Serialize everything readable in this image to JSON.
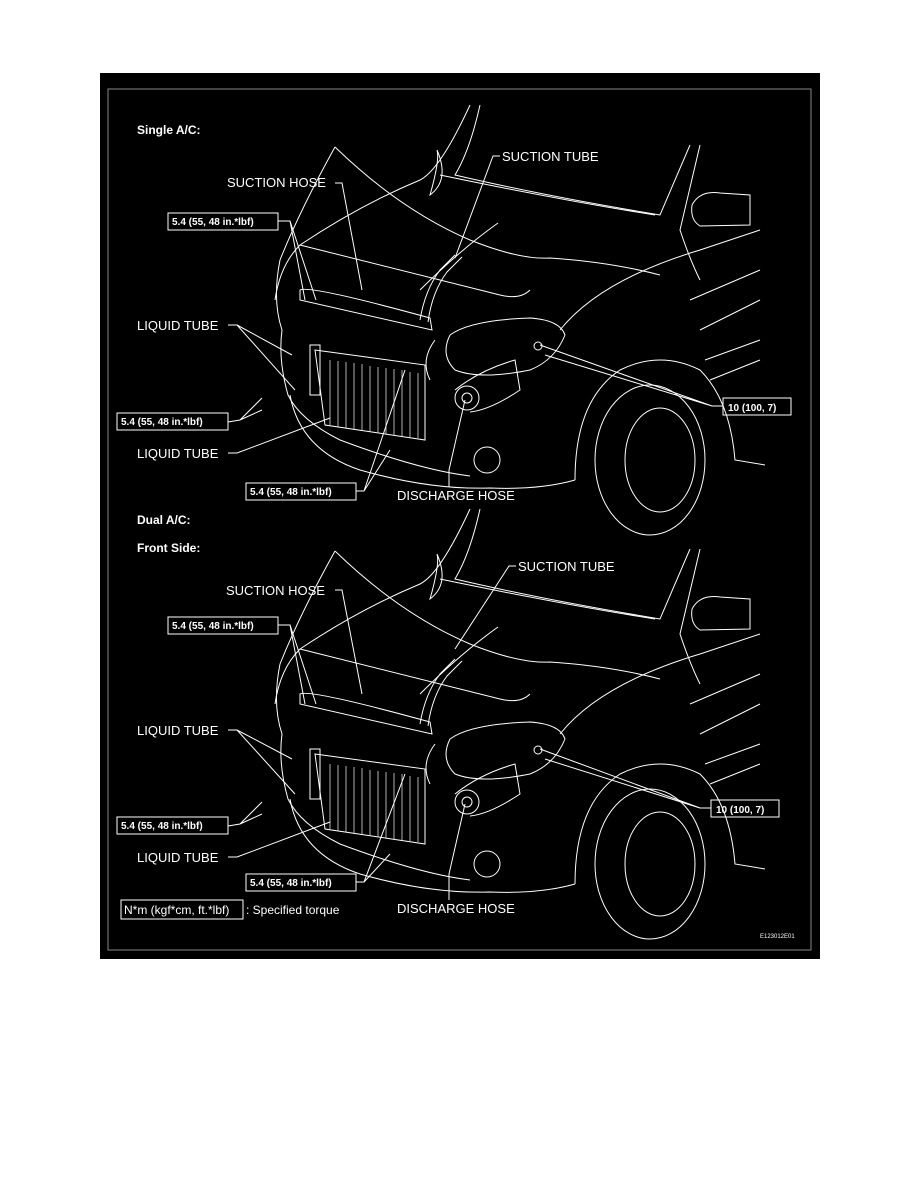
{
  "figure_id": "E123012E01",
  "legend": {
    "unit_box": "N*m (kgf*cm, ft.*lbf)",
    "text": ": Specified torque"
  },
  "single_ac": {
    "heading": "Single A/C:",
    "suction_tube": "SUCTION TUBE",
    "suction_hose": "SUCTION HOSE",
    "torque_top": "5.4 (55, 48 in.*lbf)",
    "liquid_tube_upper": "LIQUID TUBE",
    "torque_left": "5.4 (55, 48 in.*lbf)",
    "liquid_tube_lower": "LIQUID TUBE",
    "torque_bottom": "5.4 (55, 48 in.*lbf)",
    "discharge_hose": "DISCHARGE HOSE",
    "torque_right": "10 (100, 7)"
  },
  "dual_ac": {
    "heading": "Dual A/C:",
    "subheading": "Front Side:",
    "suction_tube": "SUCTION TUBE",
    "suction_hose": "SUCTION HOSE",
    "torque_top": "5.4 (55, 48 in.*lbf)",
    "liquid_tube_upper": "LIQUID TUBE",
    "torque_left": "5.4 (55, 48 in.*lbf)",
    "liquid_tube_lower": "LIQUID TUBE",
    "torque_bottom": "5.4 (55, 48 in.*lbf)",
    "discharge_hose": "DISCHARGE HOSE",
    "torque_right": "10 (100, 7)"
  }
}
